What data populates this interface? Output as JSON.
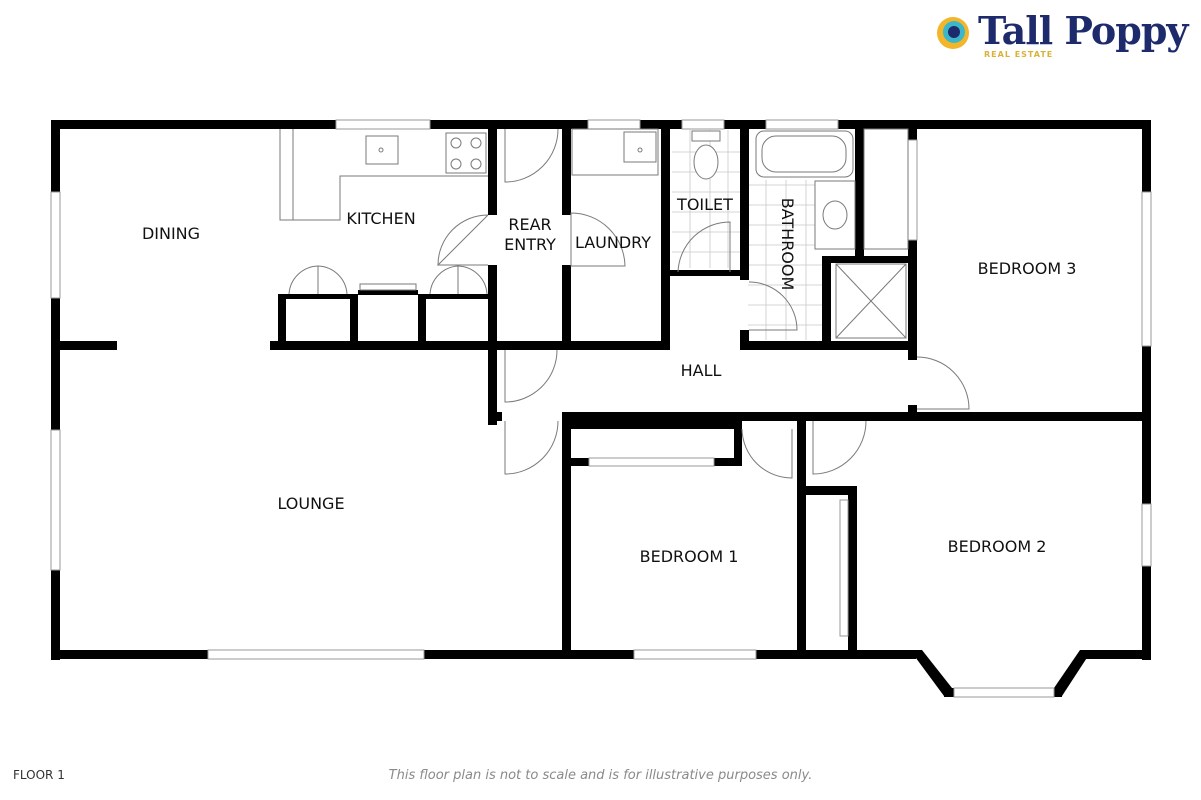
{
  "brand": {
    "name": "Tall Poppy",
    "subtitle": "REAL ESTATE",
    "colors": {
      "name": "#1d2a6b",
      "subtitle": "#d9b23a",
      "mark_outer": "#f3b52a",
      "mark_ring": "#3bb7c9",
      "mark_inner": "#1d2a6b"
    }
  },
  "rooms": {
    "dining": "DINING",
    "kitchen": "KITCHEN",
    "rear_entry_line1": "REAR",
    "rear_entry_line2": "ENTRY",
    "laundry": "LAUNDRY",
    "toilet": "TOILET",
    "bathroom": "BATHROOM",
    "bedroom3": "BEDROOM 3",
    "hall": "HALL",
    "lounge": "LOUNGE",
    "bedroom1": "BEDROOM 1",
    "bedroom2": "BEDROOM 2"
  },
  "footer": {
    "floor": "FLOOR 1",
    "disclaimer": "This floor plan is not to scale and is for illustrative purposes only."
  }
}
